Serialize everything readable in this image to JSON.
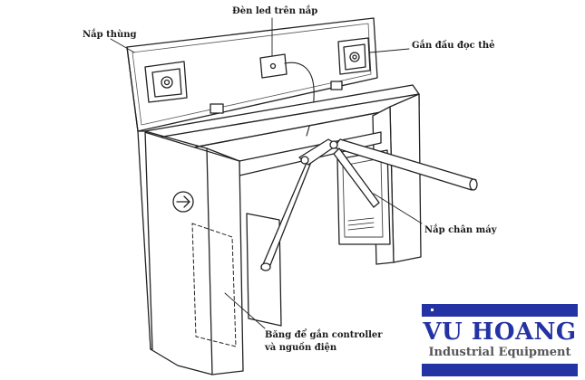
{
  "labels": {
    "lid": "Nắp thùng",
    "led": "Đèn led trên nắp",
    "reader": "Gắn đầu đọc thẻ",
    "base_cover": "Nắp chân máy",
    "controller_line1": "Băng để gắn controller",
    "controller_line2": "và nguồn điện"
  },
  "logo": {
    "brand": "VU HOANG",
    "tagline": "Industrial Equipment",
    "color": "#2433a3"
  }
}
